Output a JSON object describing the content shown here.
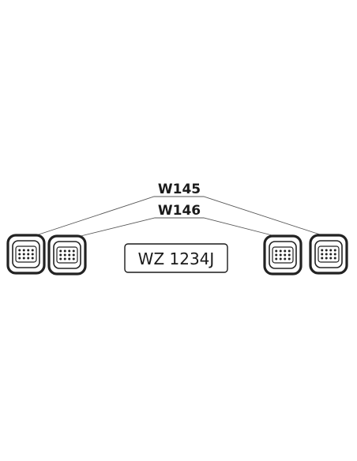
{
  "labels": {
    "top": "W145",
    "bottom": "W146"
  },
  "plate": {
    "text": "WZ 1234J"
  },
  "lamps": [
    {
      "id": "outer-left"
    },
    {
      "id": "inner-left"
    },
    {
      "id": "inner-right"
    },
    {
      "id": "outer-right"
    }
  ],
  "colors": {
    "ink": "#1a1a1a",
    "line": "#555555",
    "lamp_fill": "#ffffff",
    "lamp_dark": "#222222"
  }
}
